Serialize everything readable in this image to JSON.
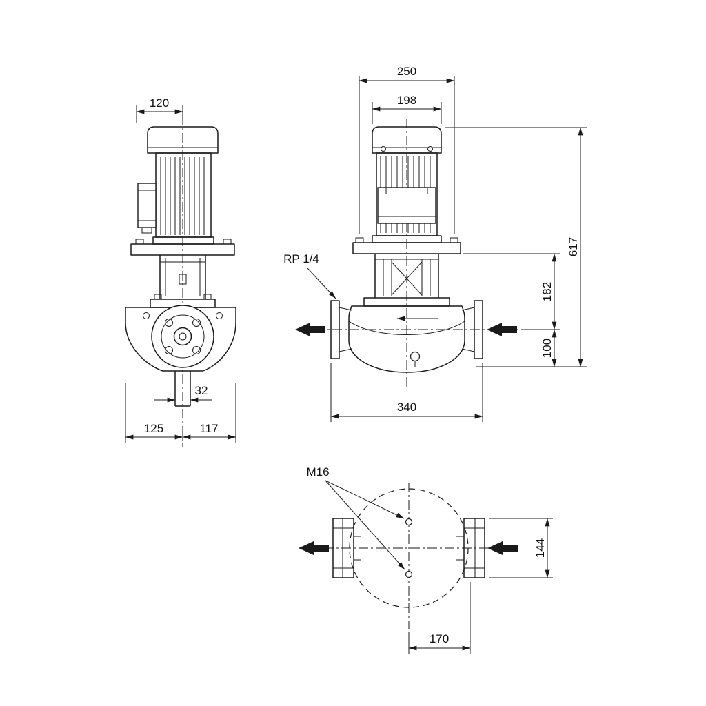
{
  "dimensions": {
    "d120": "120",
    "d250": "250",
    "d198": "198",
    "d617": "617",
    "d182": "182",
    "d100": "100",
    "d32": "32",
    "d125": "125",
    "d117": "117",
    "d340": "340",
    "rp": "RP 1/4",
    "m16": "M16",
    "d144": "144",
    "d170": "170"
  },
  "colors": {
    "line": "#1a1a1a",
    "background": "#ffffff"
  }
}
